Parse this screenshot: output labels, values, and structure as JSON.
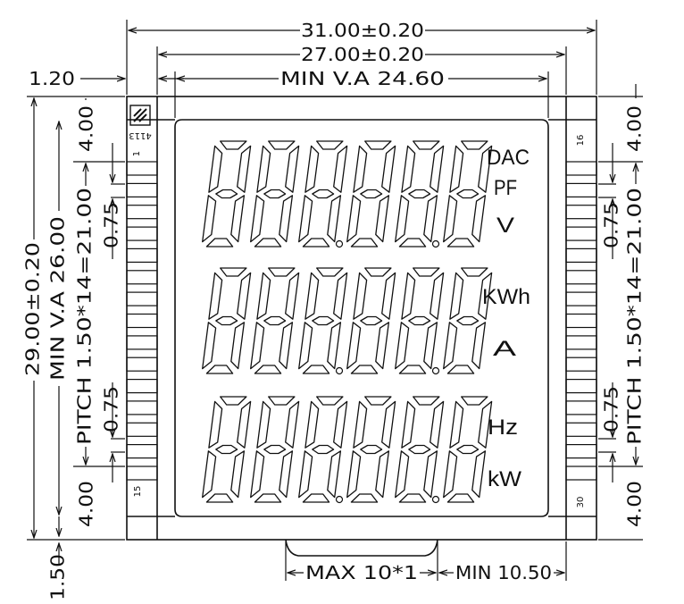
{
  "dimensions": {
    "overall_width": "31.00±0.20",
    "glass_width": "27.00±0.20",
    "view_area_width": "MIN V.A 24.60",
    "left_offset": "1.20",
    "overall_height": "29.00±0.20",
    "view_area_height": "MIN V.A 26.00",
    "pitch_left": "PITCH 1.50*14=21.00",
    "pitch_right": "PITCH 1.50*14=21.00",
    "pin_width_left_top": "0.75",
    "pin_width_left_bottom": "0.75",
    "pin_width_right_top": "0.75",
    "pin_width_right_bottom": "0.75",
    "top_margin_left": "4.00",
    "top_margin_right": "4.00",
    "bottom_margin_left": "4.00",
    "bottom_margin_right": "4.00",
    "bottom_offset": "1.50",
    "tab_max": "MAX 10*1",
    "tab_min": "MIN 10.50"
  },
  "pins": {
    "left_top": "1",
    "left_bottom": "15",
    "right_top": "16",
    "right_bottom": "30",
    "per_side": 15
  },
  "part_code": "4113",
  "units": {
    "row1": [
      "DAC",
      "PF",
      "V"
    ],
    "row2": [
      "KWh",
      "A"
    ],
    "row3": [
      "Hz",
      "kW"
    ]
  },
  "display": {
    "rows": 3,
    "digits_per_row": 6,
    "segment_text": "8",
    "decimal_points_after_digits": [
      3,
      5
    ]
  }
}
